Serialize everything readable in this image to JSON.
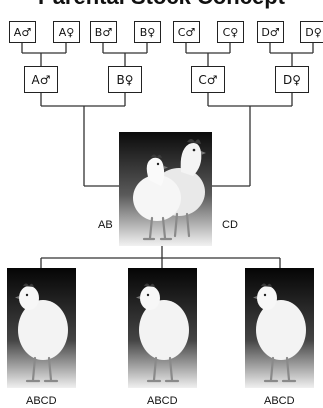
{
  "title": "Parental Stock Concept",
  "grandparents": [
    "A♂",
    "A♀",
    "B♂",
    "B♀",
    "C♂",
    "C♀",
    "D♂",
    "D♀"
  ],
  "parents": [
    "A♂",
    "B♀",
    "C♂",
    "D♀"
  ],
  "cross_labels": {
    "left": "AB",
    "right": "CD"
  },
  "offspring_labels": [
    "ABCD",
    "ABCD",
    "ABCD"
  ],
  "colors": {
    "line": "#333333",
    "photo_dark": "#050505",
    "bird": "#f2f2f2",
    "comb": "#3a3a3a"
  }
}
